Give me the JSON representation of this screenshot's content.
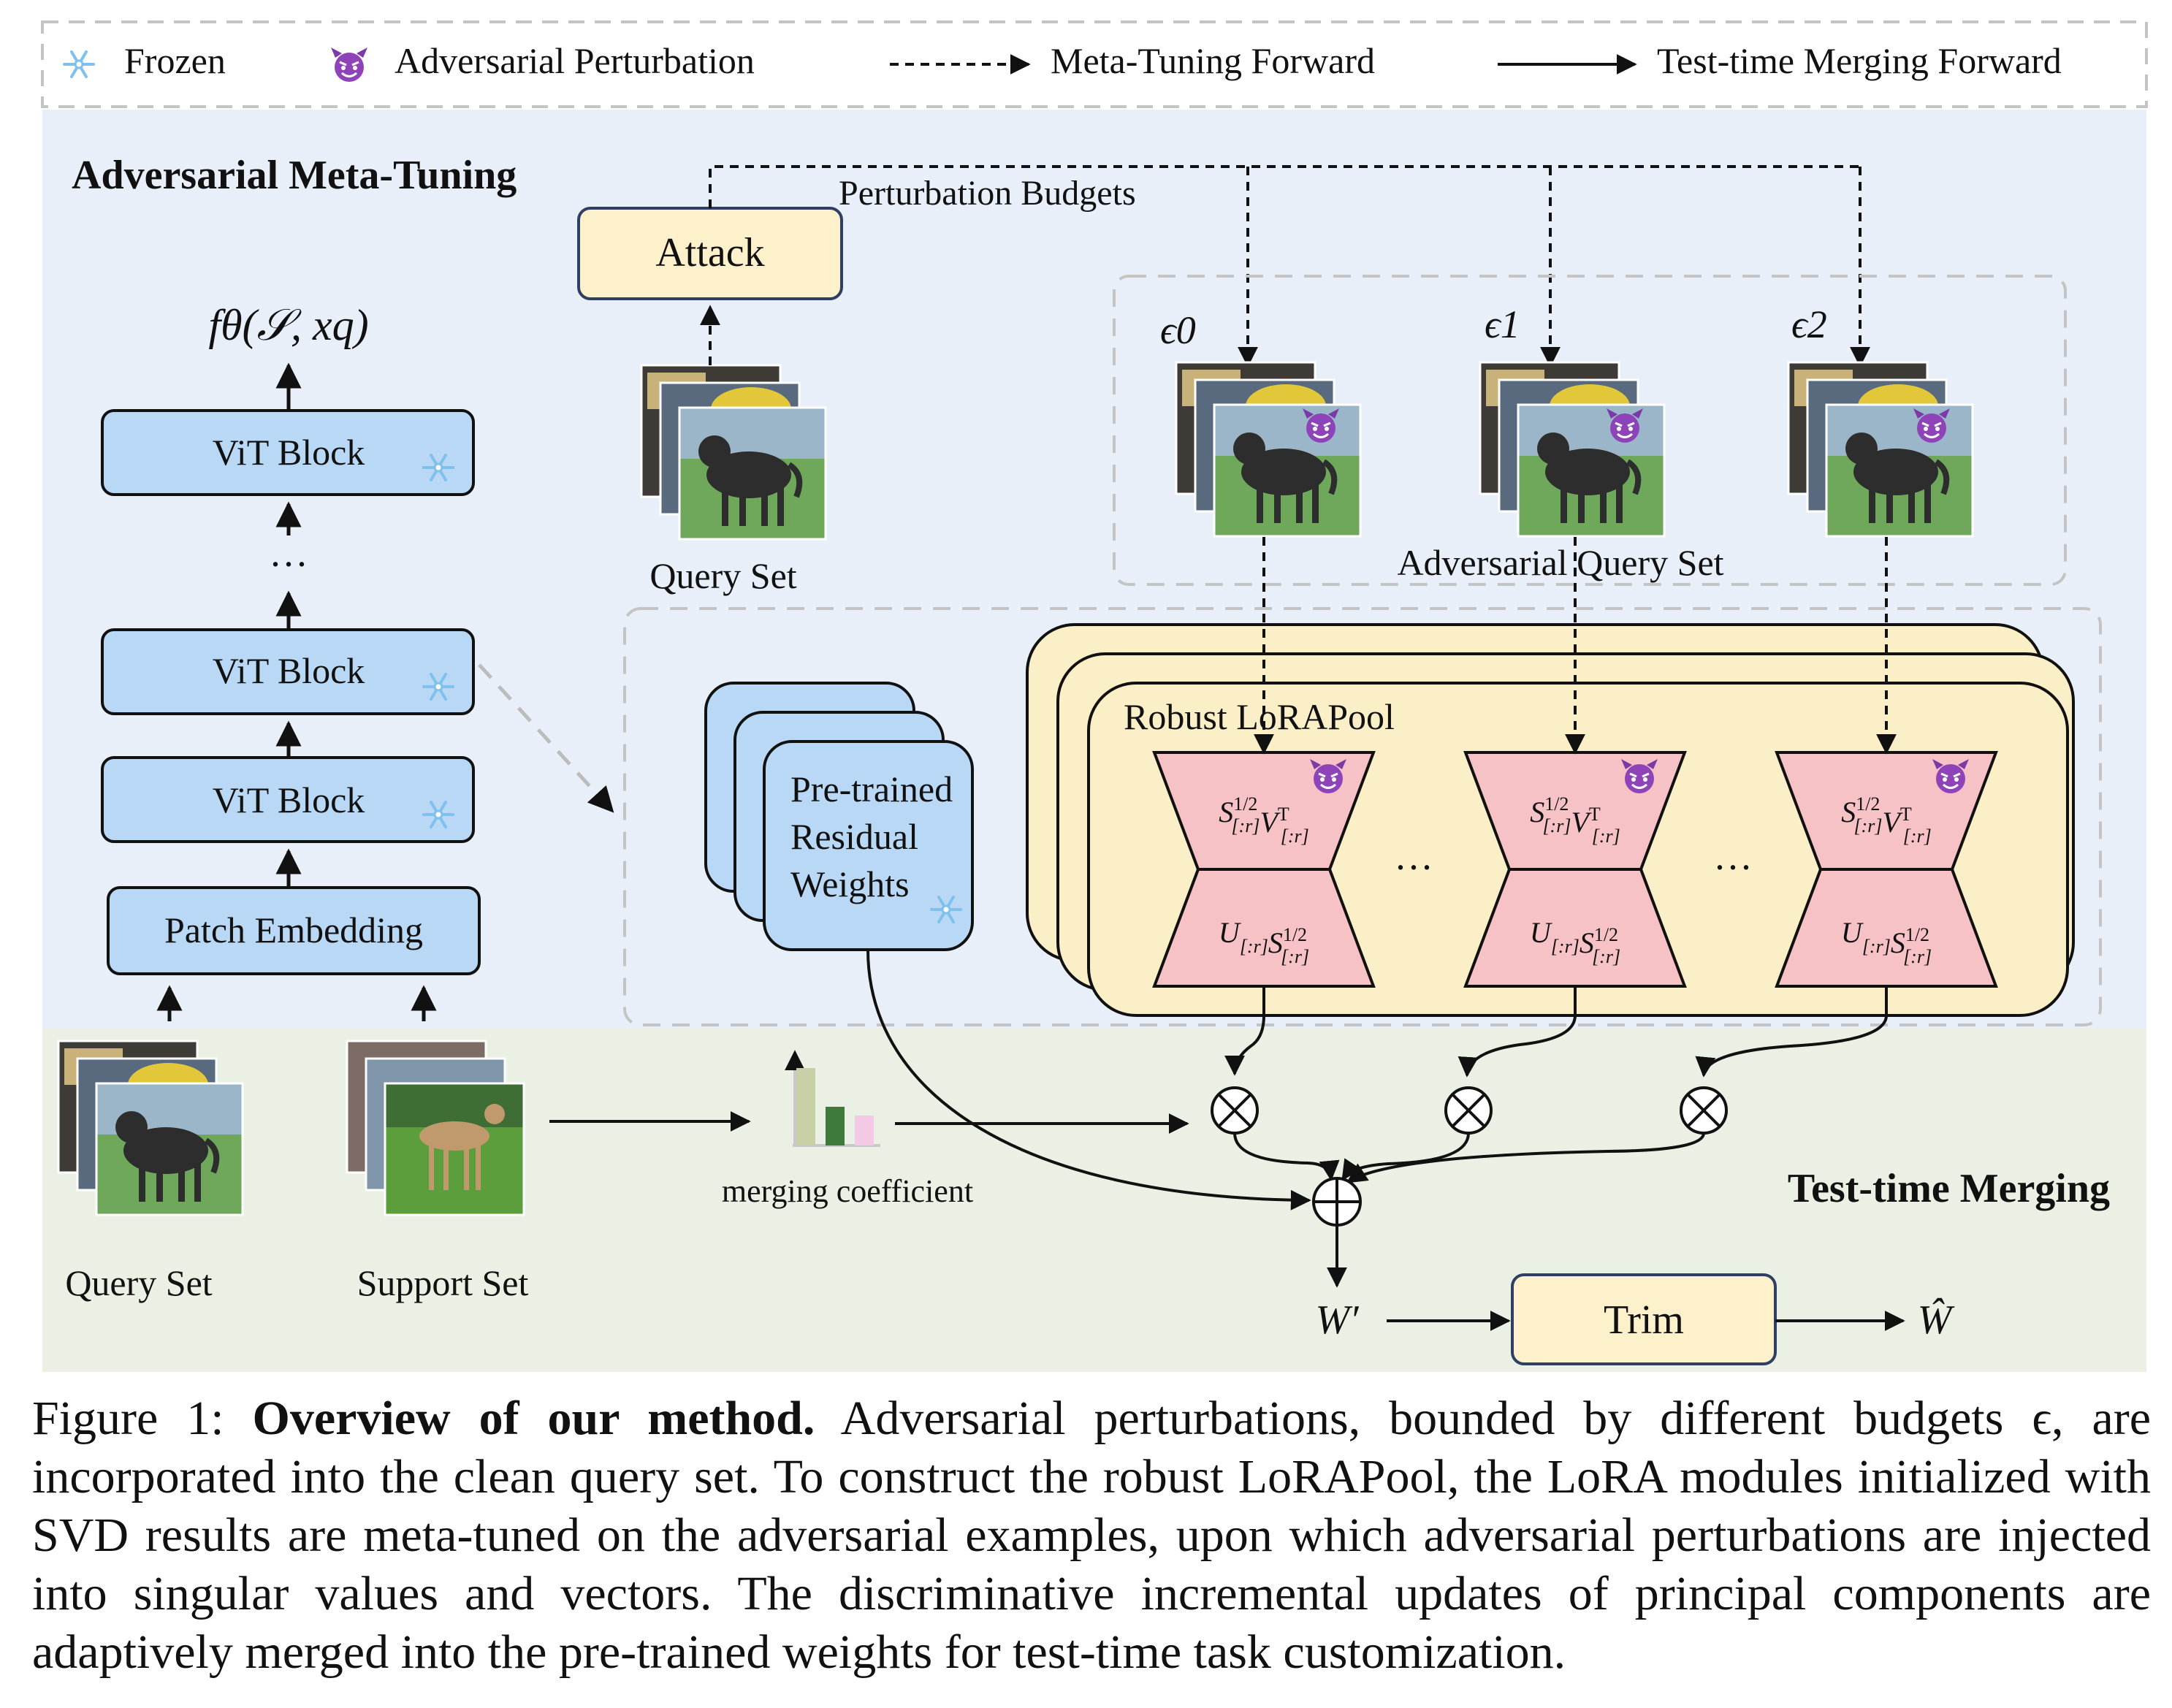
{
  "legend": {
    "frozen": "Frozen",
    "adversarial": "Adversarial Perturbation",
    "meta_forward": "Meta-Tuning Forward",
    "merge_forward": "Test-time Merging Forward"
  },
  "sections": {
    "meta_tuning_title": "Adversarial Meta-Tuning",
    "merging_title": "Test-time Merging"
  },
  "model": {
    "output": "fθ(𝒮, xq)",
    "vit_block": "ViT Block",
    "dots": "···",
    "patch_embedding": "Patch Embedding"
  },
  "attack": {
    "label": "Attack",
    "budgets_label": "Perturbation Budgets",
    "query_set": "Query Set"
  },
  "adversarial_set": {
    "label": "Adversarial Query Set",
    "epsilons": [
      "ϵ0",
      "ϵ1",
      "ϵ2"
    ]
  },
  "residual": {
    "label_lines": [
      "Pre-trained",
      "Residual",
      "Weights"
    ]
  },
  "lorapool": {
    "label": "Robust LoRAPool",
    "top_formula": "S^{1/2}_{[:r]}V^{T}_{[:r]}",
    "bottom_formula": "U_{[:r]}S^{1/2}_{[:r]}",
    "dots": "···"
  },
  "merging": {
    "query_set": "Query Set",
    "support_set": "Support Set",
    "coefficient": "merging coefficient",
    "w_prime": "W′",
    "trim": "Trim",
    "w_hat": "Ŵ"
  },
  "caption": {
    "figure_label": "Figure 1:",
    "bold": "Overview of our method.",
    "text": "Adversarial perturbations, bounded by different budgets ϵ, are incorporated into the clean query set. To construct the robust LoRAPool, the LoRA modules initialized with SVD results are meta-tuned on the adversarial examples, upon which adversarial perturbations are injected into singular values and vectors. The discriminative incremental updates of principal components are adaptively merged into the pre-trained weights for test-time task customization."
  },
  "colors": {
    "meta_bg": "#e8eff9",
    "merge_bg": "#eaf1e4",
    "vit_fill": "#b8d8f5",
    "attack_fill": "#fdf1cc",
    "pool_fill": "#fbefc8",
    "lora_fill": "#f6c2c6",
    "bar_colors": [
      "#c9cfa6",
      "#3f7a3d",
      "#f3c9e6"
    ]
  }
}
